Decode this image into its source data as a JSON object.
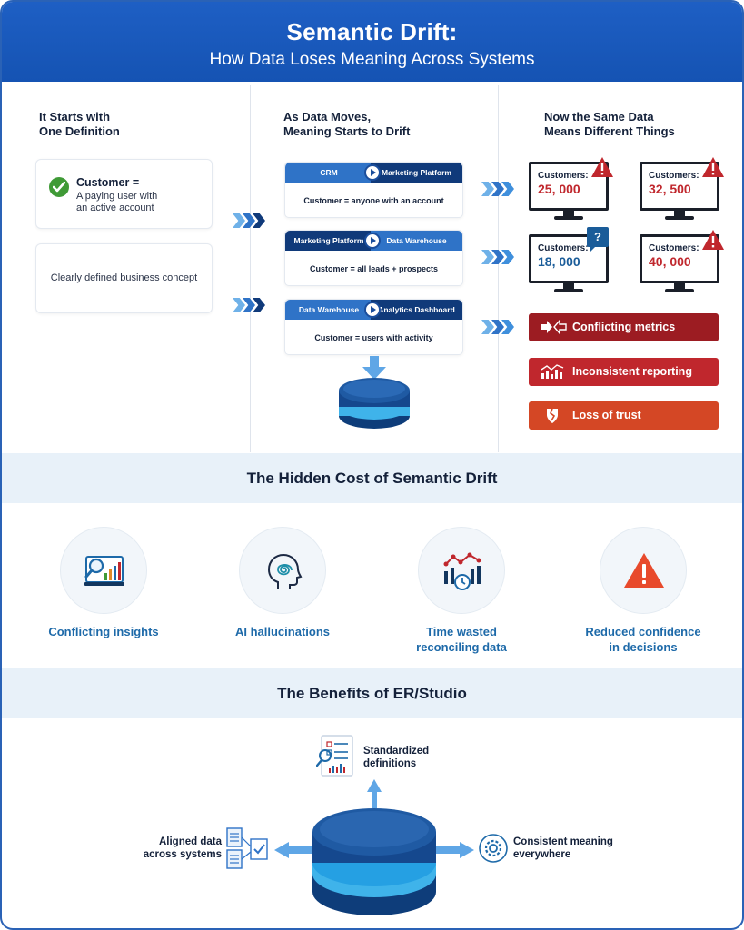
{
  "header": {
    "title": "Semantic Drift:",
    "subtitle": "How Data Loses Meaning Across Systems"
  },
  "col1": {
    "title_line1": "It Starts with",
    "title_line2": "One Definition",
    "customer_label": "Customer =",
    "customer_def_line1": "A paying user with",
    "customer_def_line2": "an active account",
    "concept": "Clearly defined business concept"
  },
  "col2": {
    "title_line1": "As Data Moves,",
    "title_line2": "Meaning Starts to Drift",
    "flows": [
      {
        "from": "CRM",
        "to": "Marketing Platform",
        "desc": "Customer = anyone with an account"
      },
      {
        "from": "Marketing Platform",
        "to": "Data Warehouse",
        "desc": "Customer = all leads + prospects"
      },
      {
        "from": "Data Warehouse",
        "to": "Analytics Dashboard",
        "desc": "Customer = users with activity"
      }
    ]
  },
  "col3": {
    "title_line1": "Now the Same Data",
    "title_line2": "Means Different Things",
    "monitors": [
      {
        "label": "Customers:",
        "value": "25, 000",
        "badge": "warning-icon",
        "color": "#c0272d"
      },
      {
        "label": "Customers:",
        "value": "32, 500",
        "badge": "warning-icon",
        "color": "#c0272d"
      },
      {
        "label": "Customers:",
        "value": "18, 000",
        "badge": "?",
        "color": "#1a5c99"
      },
      {
        "label": "Customers:",
        "value": "40, 000",
        "badge": "warning-icon",
        "color": "#c0272d"
      }
    ],
    "issues": [
      {
        "label": "Conflicting metrics",
        "icon": "arrows-conflict-icon",
        "color": "#9c1c22"
      },
      {
        "label": "Inconsistent reporting",
        "icon": "chart-icon",
        "color": "#c0272d"
      },
      {
        "label": "Loss of trust",
        "icon": "broken-shield-icon",
        "color": "#d44725"
      }
    ]
  },
  "hidden_cost": {
    "title": "The Hidden Cost of Semantic Drift",
    "items": [
      {
        "line1": "Conflicting insights",
        "line2": "",
        "icon": "magnifier-chart-icon"
      },
      {
        "line1": "AI hallucinations",
        "line2": "",
        "icon": "head-spiral-icon"
      },
      {
        "line1": "Time wasted",
        "line2": "reconciling data",
        "icon": "bar-chart-clock-icon"
      },
      {
        "line1": "Reduced confidence",
        "line2": "in decisions",
        "icon": "warning-icon"
      }
    ]
  },
  "benefits": {
    "title": "The Benefits of ER/Studio",
    "standardized_line1": "Standardized",
    "standardized_line2": "definitions",
    "aligned_line1": "Aligned data",
    "aligned_line2": "across systems",
    "consistent_line1": "Consistent meaning",
    "consistent_line2": "everywhere"
  },
  "colors": {
    "header_blue": "#1553b3",
    "accent_blue": "#1e6aa9",
    "dark_navy": "#103a7a",
    "danger_red": "#c0272d"
  }
}
